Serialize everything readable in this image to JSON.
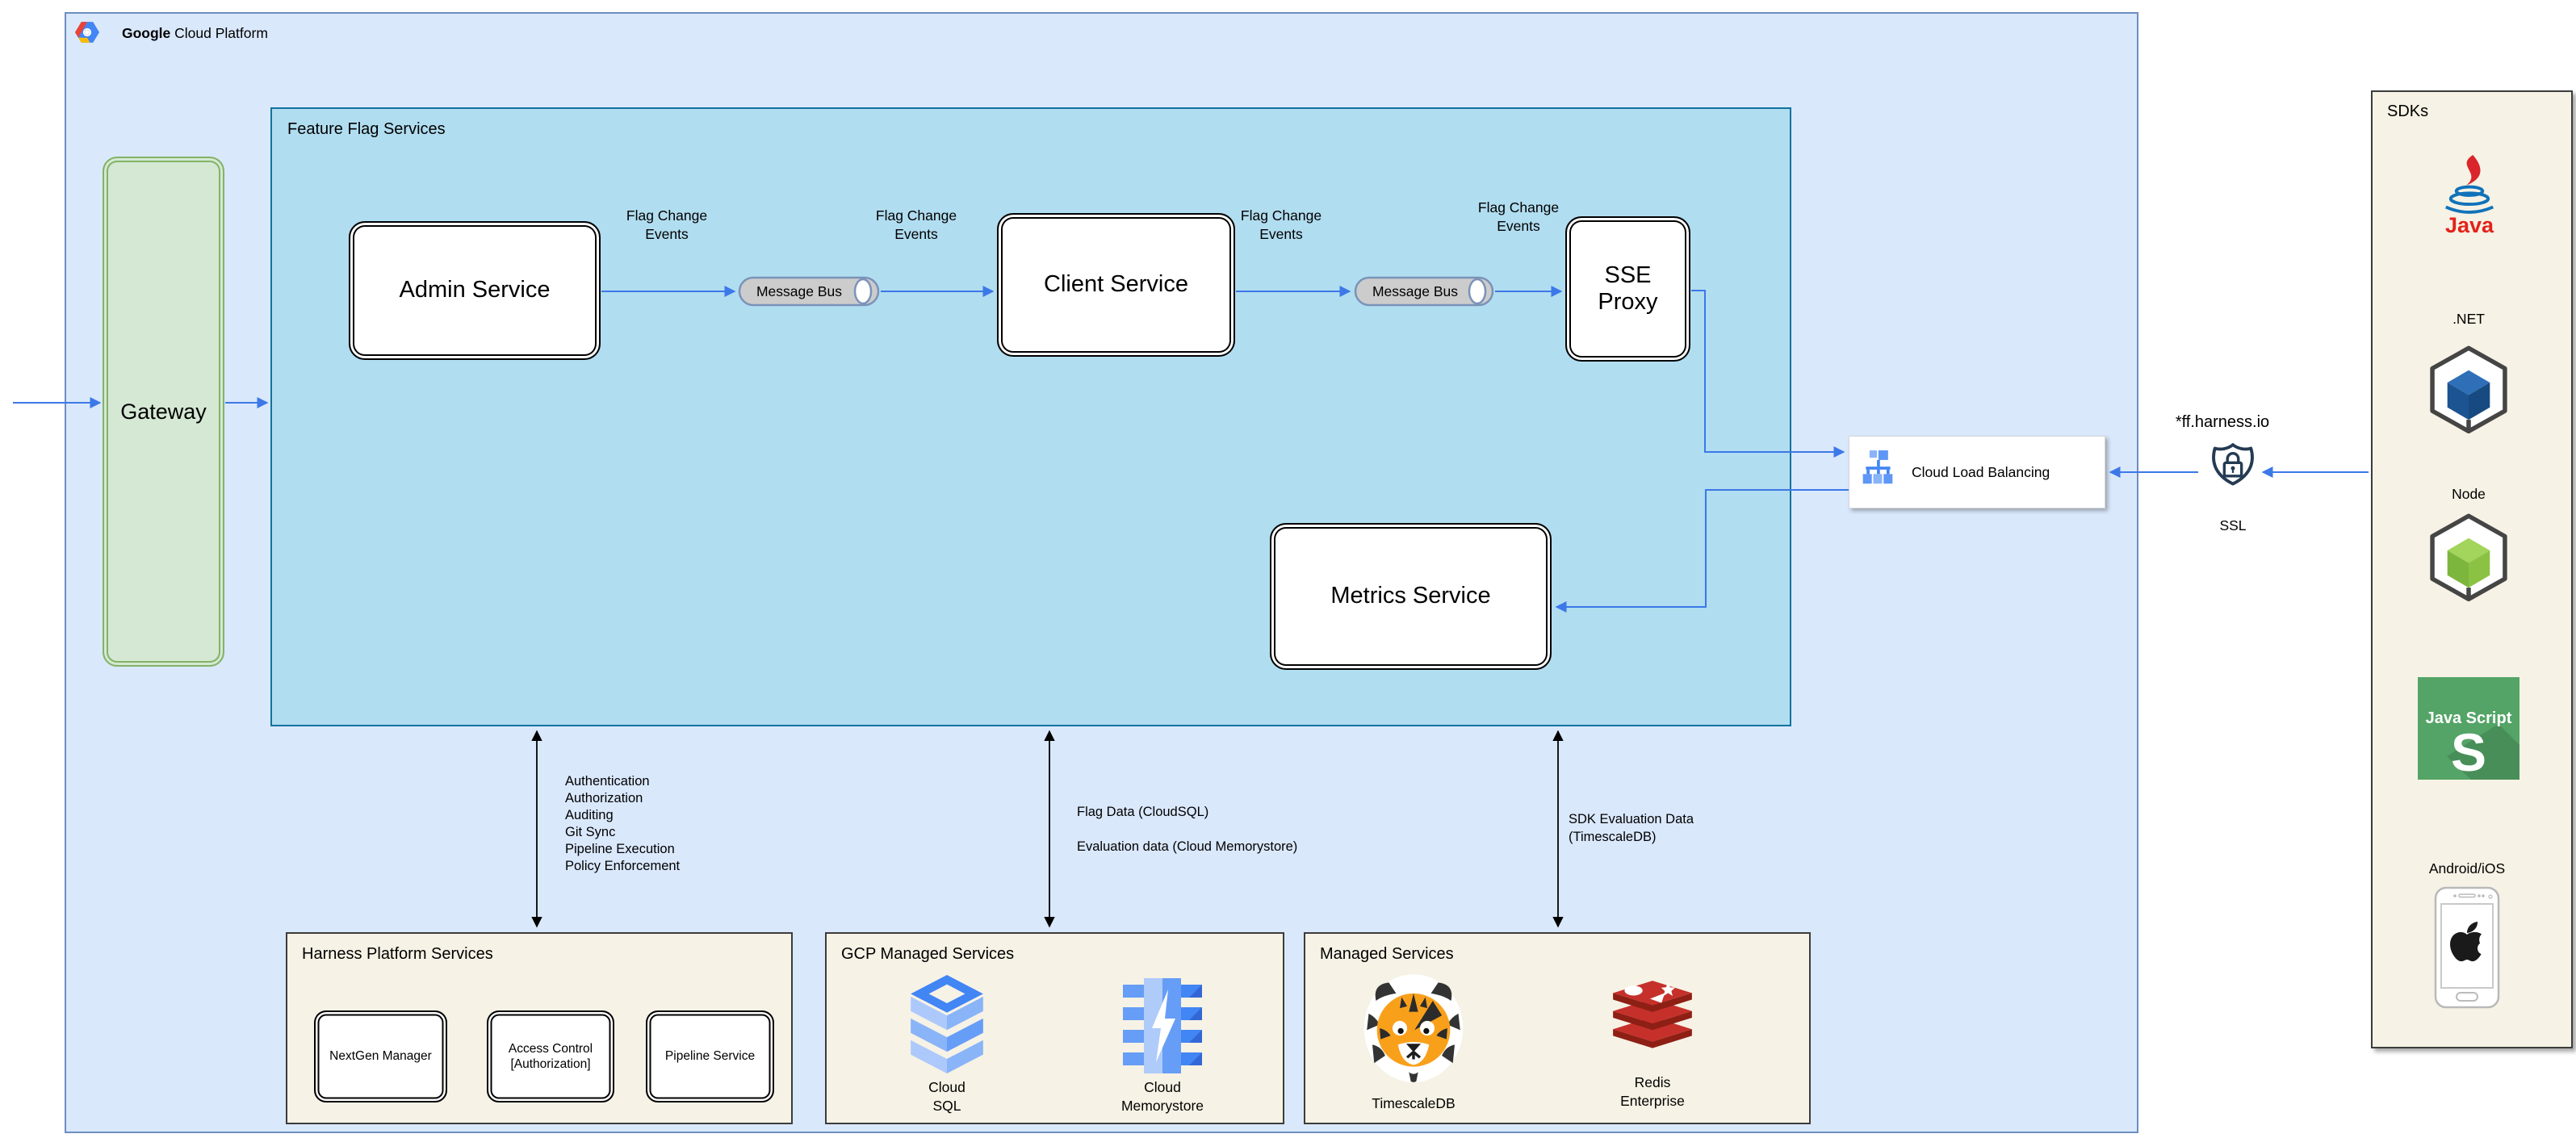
{
  "header": {
    "brand_bold": "Google",
    "brand_rest": "Cloud Platform"
  },
  "colors": {
    "arrow_blue": "#3C78E8",
    "gcp_fill": "#DAE8FC",
    "gcp_stroke": "#6C8EBF",
    "ffs_fill": "#B1DDF0",
    "ffs_stroke": "#10739E",
    "gateway_fill": "#D5E8D4",
    "gateway_stroke": "#82B366",
    "panel_fill": "#F6F2E5"
  },
  "gateway": {
    "label": "Gateway"
  },
  "feature_flag_services": {
    "title": "Feature Flag Services",
    "admin_service": "Admin Service",
    "client_service": "Client Service",
    "sse_proxy": "SSE Proxy",
    "metrics_service": "Metrics Service",
    "message_bus_1": "Message Bus",
    "message_bus_2": "Message Bus",
    "flag_change_events": "Flag Change Events"
  },
  "load_balancer": {
    "label": "Cloud Load Balancing"
  },
  "ingress": {
    "domain": "*ff.harness.io",
    "ssl_label": "SSL"
  },
  "annotations": {
    "harness_link": [
      "Authentication",
      "Authorization",
      "Auditing",
      "Git Sync",
      "Pipeline Execution",
      "Policy Enforcement"
    ],
    "gcp_link_1": "Flag Data (CloudSQL)",
    "gcp_link_2": "Evaluation data (Cloud Memorystore)",
    "managed_link": "SDK Evaluation Data\n(TimescaleDB)"
  },
  "harness_platform": {
    "title": "Harness Platform Services",
    "items": [
      "NextGen Manager",
      "Access Control [Authorization]",
      "Pipeline Service"
    ]
  },
  "gcp_managed": {
    "title": "GCP Managed Services",
    "cloud_sql": "Cloud\nSQL",
    "cloud_memorystore": "Cloud\nMemorystore"
  },
  "managed_services": {
    "title": "Managed Services",
    "timescaledb": "TimescaleDB",
    "redis": "Redis\nEnterprise"
  },
  "sdks": {
    "title": "SDKs",
    "java": "Java",
    "dotnet": ".NET",
    "node": "Node",
    "javascript_title": "Java Script",
    "javascript_s": "S",
    "android_ios": "Android/iOS"
  },
  "icons": {
    "logo": "gcp-hexagon-logo",
    "message_bus": "pipe-cylinder",
    "load_balancer": "load-balancer-tree-icon",
    "ssl": "shield-lock-icon",
    "java": "java-cup-logo",
    "dotnet": "hex-cube-blue",
    "node": "hex-cube-green",
    "javascript": "green-square-s",
    "android_ios": "smartphone-apple",
    "cloud_sql": "isometric-db-stack",
    "cloud_memorystore": "memory-chip-bolt",
    "timescaledb": "tiger-logo",
    "redis": "red-db-stack"
  }
}
